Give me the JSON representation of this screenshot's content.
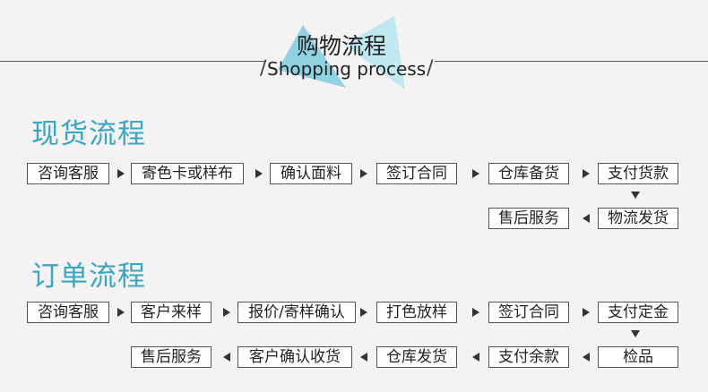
{
  "header": {
    "title_cn": "购物流程",
    "title_en": "Shopping process",
    "accent_color": "#8fd3e3"
  },
  "stock_flow": {
    "title": "现货流程",
    "steps": [
      "咨询客服",
      "寄色卡或样布",
      "确认面料",
      "签订合同",
      "仓库备货",
      "支付货款",
      "物流发货",
      "售后服务"
    ]
  },
  "order_flow": {
    "title": "订单流程",
    "steps": [
      "咨询客服",
      "客户来样",
      "报价/寄样确认",
      "打色放样",
      "签订合同",
      "支付定金",
      "检品",
      "支付余款",
      "仓库发货",
      "客户确认收货",
      "售后服务"
    ]
  }
}
